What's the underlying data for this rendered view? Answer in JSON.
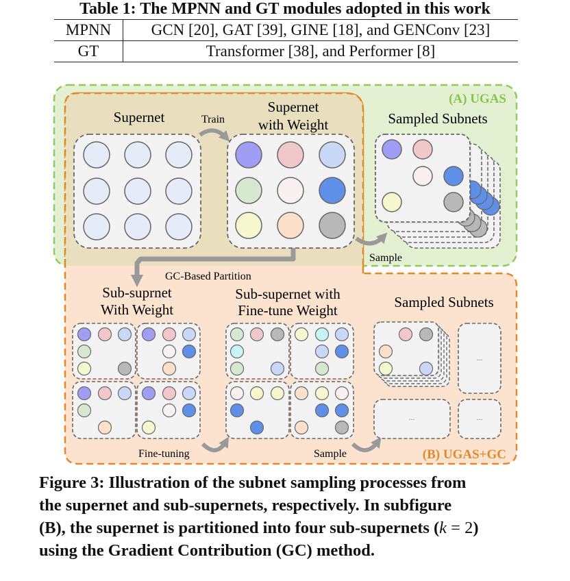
{
  "table": {
    "title": "Table 1: The MPNN and GT modules adopted in this work",
    "rows": [
      {
        "name": "MPNN",
        "value": "GCN [20], GAT [39], GINE [18], and GENConv [23]"
      },
      {
        "name": "GT",
        "value": "Transformer [38], and Performer [8]"
      }
    ]
  },
  "figure": {
    "label_a": "(A) UGAS",
    "label_b": "(B) UGAS+GC",
    "supernet": "Supernet",
    "train": "Train",
    "supernet_weight_1": "Supernet",
    "supernet_weight_2": "with Weight",
    "sampled_subnets_a": "Sampled Subnets",
    "sample_a": "Sample",
    "gc_partition": "GC-Based Partition",
    "sub_supernet_1": "Sub-suprnet",
    "sub_supernet_2": "With Weight",
    "finetune_1": "Sub-supernet with",
    "finetune_2": "Fine-tune Weight",
    "sampled_subnets_b": "Sampled Subnets",
    "fine_tuning": "Fine-tuning",
    "sample_b": "Sample",
    "ellipsis": "...",
    "colors": {
      "ugas_fill": "#e3f1d2",
      "ugas_border": "#8fcb5c",
      "ugas_label": "#86c44f",
      "gc_fill": "#fbe3cf",
      "gc_border": "#e08a2c",
      "gc_label": "#e08a2c",
      "supernet_fill": "#e9dfbf",
      "panel_fill": "#f3f3f3",
      "arrow": "#999999",
      "purple": "#9f9ef4",
      "pink": "#f1c8ca",
      "lightblue": "#c9d8f6",
      "green": "#d6e9d0",
      "white": "#f9f1f1",
      "blue": "#5f8fe6",
      "yellow": "#f5f7cf",
      "peach": "#fce0c9",
      "gray": "#b8b8b8",
      "empty": "#e6ebf8",
      "cyan": "#c7f4f4"
    }
  },
  "caption": {
    "line1": "Figure 3: Illustration of the subnet sampling processes from",
    "line2": "the supernet and sub-supernets, respectively. In subfigure",
    "line3a": "(B), the supernet is partitioned into four sub-supernets (",
    "k": "k",
    "eq": " = 2",
    "line3b": ")",
    "line4": "using the Gradient Contribution (GC) method."
  }
}
